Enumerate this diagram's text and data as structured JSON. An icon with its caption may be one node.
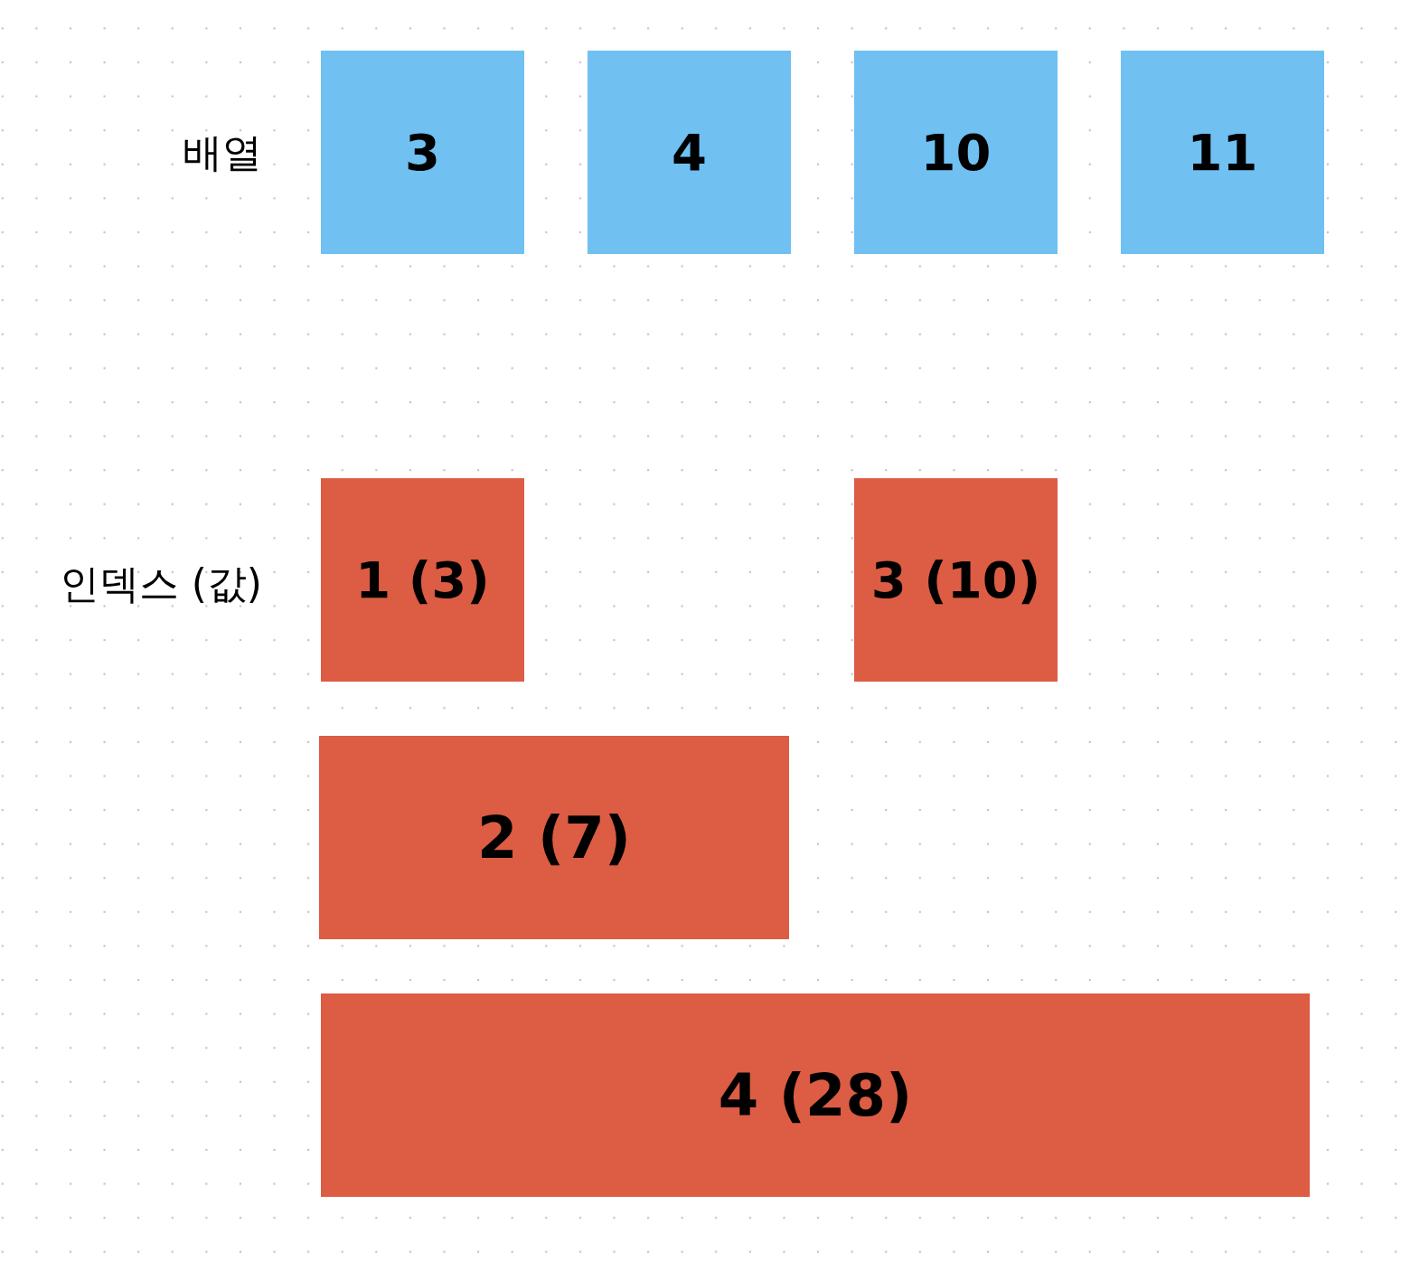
{
  "diagram": {
    "nodes": [
      {
        "text": [
          "3"
        ]
      },
      {
        "text": [
          "4"
        ]
      },
      {
        "text": [
          "10"
        ]
      },
      {
        "text": [
          "11"
        ]
      },
      {
        "text": [
          "1 (3)"
        ]
      },
      {
        "text": [
          "3 (10)"
        ]
      },
      {
        "text": [
          "2 (7)"
        ]
      },
      {
        "text": [
          "4 (28)"
        ]
      }
    ],
    "labels": [
      "배열",
      "인덱스 (값)"
    ]
  }
}
